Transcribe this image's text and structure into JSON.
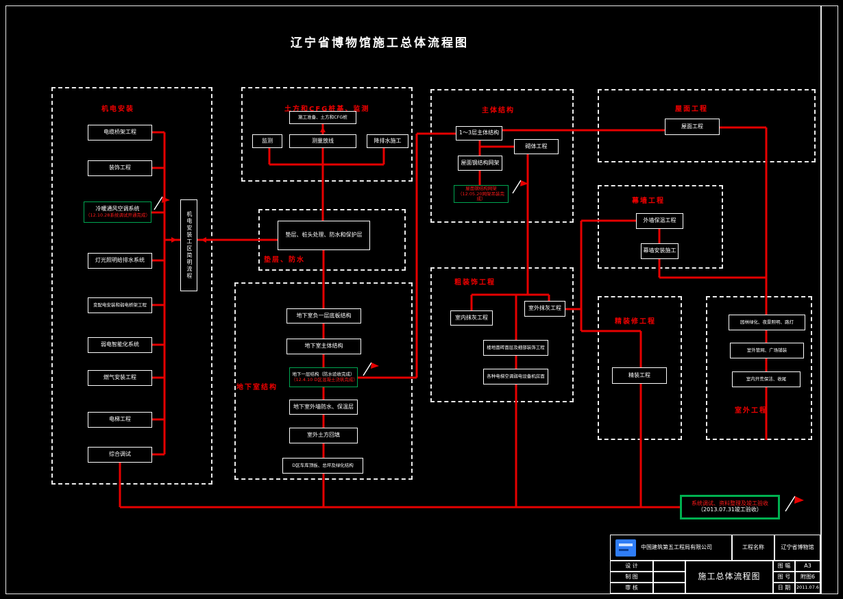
{
  "title": "辽宁省博物馆施工总体流程图",
  "colors": {
    "line_red": "#e60000",
    "text_red": "#ff0000",
    "milestone_green": "#00a651",
    "logo_blue": "#2f7df6"
  },
  "sections": {
    "mep": {
      "title": "机电安装",
      "vertical_label": "机电安装工区简明流程",
      "boxes": [
        "电缆桥架工程",
        "装饰工程",
        "灯光照明给排水系统",
        "变配电安装和弱电桥架工程",
        "弱电智能化系统",
        "燃气安装工程",
        "电梯工程",
        "综合调试"
      ],
      "milestone": {
        "line1": "冷暖通风空调系统",
        "line2": "（12.10.28系统调试开通完成）"
      }
    },
    "earthwork": {
      "title": "土方和CFG桩基、监测",
      "boxes": [
        "施工准备、土方和CFG桩",
        "监测",
        "测量放线",
        "降排水施工"
      ]
    },
    "cushion": {
      "title": "垫层、防水",
      "boxes": [
        "垫层、桩头处理、防水和保护层"
      ]
    },
    "basement": {
      "title": "地下室结构",
      "boxes": [
        "地下室负一层底板结构",
        "地下室主体结构",
        "地下室外墙防水、保温层",
        "室外土方回填",
        "D区车库顶板、总坪及绿化结构"
      ],
      "milestone": {
        "line1": "地下一层结构（防水验收完成）",
        "line2": "（12.4.10 D区混凝土浇筑完成）"
      }
    },
    "main_structure": {
      "title": "主体结构",
      "boxes": [
        "1～3层主体结构",
        "砌体工程",
        "屋面钢结构网架"
      ],
      "milestone": {
        "line1": "屋面钢结构网架",
        "line2": "（12.05.20网架吊装完成）"
      }
    },
    "roof": {
      "title": "屋面工程",
      "boxes": [
        "屋面工程"
      ]
    },
    "curtain": {
      "title": "幕墙工程",
      "boxes": [
        "外墙保温工程",
        "幕墙安装施工"
      ]
    },
    "rough_finish": {
      "title": "粗装饰工程",
      "boxes": [
        "室内抹灰工程",
        "室外抹灰工程",
        "楼地面砖面层及细部装饰工程",
        "各种电梯空调弱电设备机房面"
      ]
    },
    "fine_finish": {
      "title": "精装修工程",
      "boxes": [
        "精装工程"
      ]
    },
    "outdoor": {
      "title": "室外工程",
      "boxes": [
        "园林绿化、夜景照明、路灯",
        "室外管网、广场铺装",
        "室内开荒保洁、收尾"
      ]
    },
    "completion": {
      "line1": "系统调试、资料整理及竣工验收",
      "line2": "（2013.07.31竣工验收）"
    }
  },
  "title_block": {
    "company": "中国建筑第五工程局有限公司",
    "project_label": "工程名称",
    "project_name": "辽宁省博物馆",
    "drawing_title": "施工总体流程图",
    "rows_left": [
      {
        "label": "设  计",
        "value": ""
      },
      {
        "label": "制  图",
        "value": ""
      },
      {
        "label": "审  核",
        "value": ""
      }
    ],
    "rows_right": [
      {
        "label": "图  幅",
        "value": "A3"
      },
      {
        "label": "图  号",
        "value": "附图6"
      },
      {
        "label": "日  期",
        "value": "2011.07.6"
      }
    ]
  }
}
